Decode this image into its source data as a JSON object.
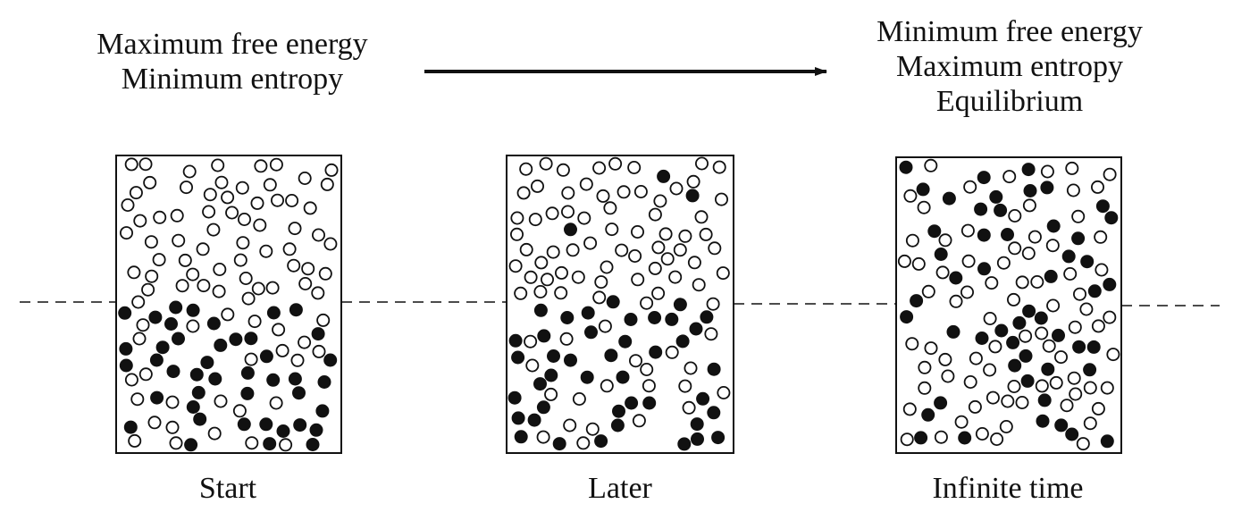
{
  "header": {
    "left": {
      "line1": "Maximum free energy",
      "line2": "Minimum entropy"
    },
    "right": {
      "line1": "Minimum free energy",
      "line2": "Maximum entropy",
      "line3": "Equilibrium"
    }
  },
  "panels": [
    {
      "id": "start",
      "label": "Start",
      "mixing": 0.0
    },
    {
      "id": "later",
      "label": "Later",
      "mixing": 0.32
    },
    {
      "id": "infinite",
      "label": "Infinite time",
      "mixing": 1.0
    }
  ],
  "particles": {
    "per_panel": 130,
    "dark_fraction": 0.44,
    "fill_dark": "#111111",
    "fill_light": "#ffffff",
    "stroke": "#111111"
  },
  "colors": {
    "ink": "#111111",
    "background": "#ffffff"
  }
}
